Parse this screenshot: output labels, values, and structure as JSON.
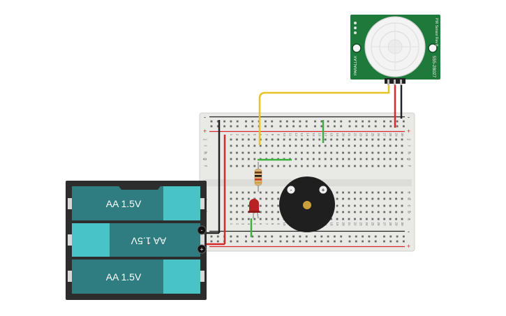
{
  "colors": {
    "background": "#ffffff",
    "breadboard": "#e9e9e6",
    "rail_red": "#d42a2a",
    "rail_black": "#222222",
    "sensor_pcb": "#1d7a3b",
    "battery_cell": "#2f7d80",
    "battery_cap": "#48c4c6",
    "battery_holder": "#2d2d2d",
    "wire_yellow": "#e8c326",
    "wire_green": "#3bb33b",
    "led": "#b82222",
    "buzzer": "#1f1f1f"
  },
  "breadboard": {
    "rail_top_minus": "-",
    "rail_top_plus": "+",
    "rail_bottom_minus": "-",
    "rail_bottom_plus": "+",
    "rows_top": [
      "j",
      "i",
      "h",
      "g",
      "f"
    ],
    "rows_bottom": [
      "e",
      "d",
      "c",
      "b",
      "a"
    ],
    "column_numbers": [
      "1",
      "2",
      "3",
      "4",
      "5",
      "6",
      "7",
      "8",
      "9",
      "10",
      "11",
      "12",
      "13",
      "14",
      "15",
      "16",
      "17",
      "18",
      "19",
      "20",
      "21",
      "22",
      "23",
      "24",
      "25",
      "26",
      "27",
      "28",
      "29",
      "30"
    ]
  },
  "battery": {
    "cells": [
      "AA 1.5V",
      "AA 1.5V",
      "AA 1.5V"
    ],
    "terminal_minus": "-",
    "terminal_plus": "+"
  },
  "pir_sensor": {
    "side_label_left": "PARALLAX",
    "side_label_right": "555-28027",
    "top_label": "PIR Sensor Rev B"
  },
  "buzzer": {
    "minus": "-",
    "plus": "+"
  }
}
